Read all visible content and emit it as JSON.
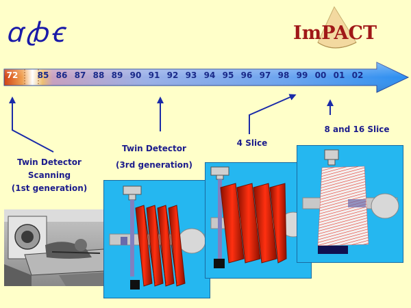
{
  "logo_text": "ꭤꞗꞓ",
  "brand": {
    "name": "ImPACT",
    "color": "#a01818"
  },
  "timeline": {
    "years": [
      "72",
      "85",
      "86",
      "87",
      "88",
      "89",
      "90",
      "91",
      "92",
      "93",
      "94",
      "95",
      "96",
      "97",
      "98",
      "99",
      "00",
      "01",
      "02"
    ],
    "arrow_color": "#3a8ce0"
  },
  "milestones": [
    {
      "title_lines": [
        "Twin Detector",
        "Scanning"
      ],
      "subtitle": "(1st generation)",
      "year": "72"
    },
    {
      "title_lines": [
        "Twin Detector"
      ],
      "subtitle": "(3rd generation)",
      "year": "91"
    },
    {
      "title_lines": [
        "4 Slice"
      ],
      "subtitle": "",
      "year": "98"
    },
    {
      "title_lines": [
        "8 and 16 Slice"
      ],
      "subtitle": "",
      "year": "00"
    }
  ]
}
